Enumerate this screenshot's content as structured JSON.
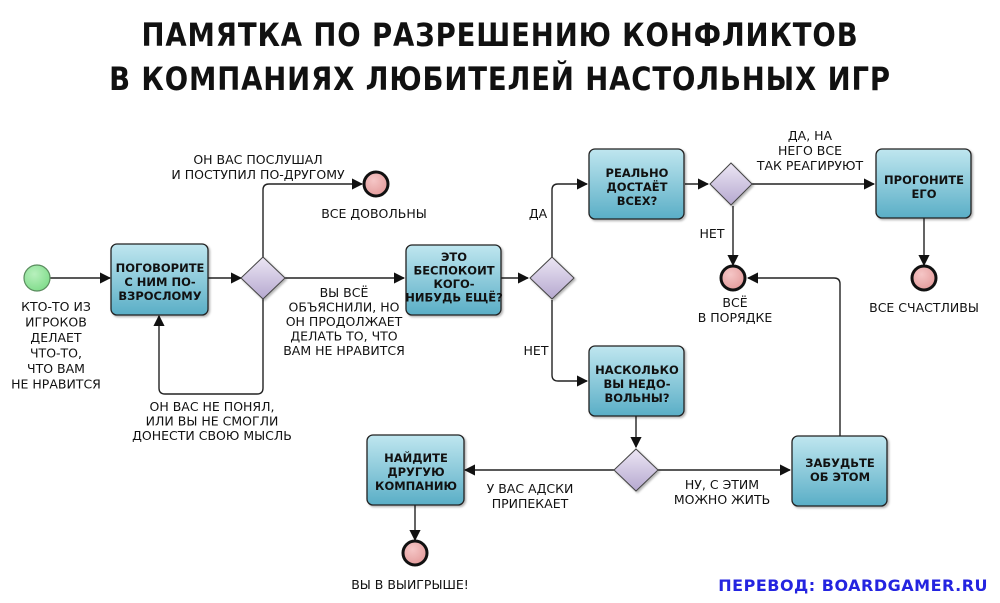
{
  "title": {
    "line1": "ПАМЯТКА ПО РАЗРЕШЕНИЮ КОНФЛИКТОВ",
    "line2": "В КОМПАНИЯХ ЛЮБИТЕЛЕЙ НАСТОЛЬНЫХ ИГР"
  },
  "colors": {
    "box_top": "#bfe6ef",
    "box_bottom": "#5aaec6",
    "diamond_top": "#ece6f4",
    "diamond_bottom": "#b5a8cf",
    "start_fill": "#7fdc8a",
    "end_fill": "#e39a9a",
    "credit": "#2424e0"
  },
  "nodes": {
    "start": {
      "type": "start-circle",
      "label": [
        "КТО-ТО ИЗ",
        "ИГРОКОВ",
        "ДЕЛАЕТ",
        "ЧТО-ТО,",
        "ЧТО ВАМ",
        "НЕ НРАВИТСЯ"
      ]
    },
    "talk": {
      "type": "task",
      "label": [
        "ПОГОВОРИТЕ",
        "С НИМ ПО-",
        "ВЗРОСЛОМУ"
      ]
    },
    "decision1": {
      "type": "gateway"
    },
    "end_all_happy_1": {
      "type": "end-circle",
      "label": [
        "ВСЕ ДОВОЛЬНЫ"
      ]
    },
    "bothers_others": {
      "type": "task",
      "label": [
        "ЭТО",
        "БЕСПОКОИТ",
        "КОГО-",
        "НИБУДЬ ЕЩЁ?"
      ]
    },
    "decision2": {
      "type": "gateway"
    },
    "annoys_everyone": {
      "type": "task",
      "label": [
        "РЕАЛЬНО",
        "ДОСТАЁТ",
        "ВСЕХ?"
      ]
    },
    "decision3": {
      "type": "gateway"
    },
    "kick_out": {
      "type": "task",
      "label": [
        "ПРОГОНИТЕ",
        "ЕГО"
      ]
    },
    "end_all_happy_2": {
      "type": "end-circle",
      "label": [
        "ВСЕ СЧАСТЛИВЫ"
      ]
    },
    "end_all_ok": {
      "type": "end-circle",
      "label": [
        "ВСЁ",
        "В ПОРЯДКЕ"
      ]
    },
    "how_unhappy": {
      "type": "task",
      "label": [
        "НАСКОЛЬКО",
        "ВЫ НЕДО-",
        "ВОЛЬНЫ?"
      ]
    },
    "decision4": {
      "type": "gateway"
    },
    "find_other": {
      "type": "task",
      "label": [
        "НАЙДИТЕ",
        "ДРУГУЮ",
        "КОМПАНИЮ"
      ]
    },
    "end_you_win": {
      "type": "end-circle",
      "label": [
        "ВЫ В ВЫИГРЫШЕ!"
      ]
    },
    "forget_it": {
      "type": "task",
      "label": [
        "ЗАБУДЬТЕ",
        "ОБ ЭТОМ"
      ]
    }
  },
  "edges": {
    "listened": [
      "ОН ВАС ПОСЛУШАЛ",
      "И ПОСТУПИЛ ПО-ДРУГОМУ"
    ],
    "explained": [
      "ВЫ ВСЁ",
      "ОБЪЯСНИЛИ, НО",
      "ОН ПРОДОЛЖАЕТ",
      "ДЕЛАТЬ ТО, ЧТО",
      "ВАМ НЕ НРАВИТСЯ"
    ],
    "not_understood": [
      "ОН ВАС НЕ ПОНЯЛ,",
      "ИЛИ ВЫ НЕ СМОГЛИ",
      "ДОНЕСТИ СВОЮ МЫСЛЬ"
    ],
    "yes": [
      "ДА"
    ],
    "no": [
      "НЕТ"
    ],
    "yes_everyone": [
      "ДА, НА",
      "НЕГО ВСЕ",
      "ТАК РЕАГИРУЮТ"
    ],
    "no2": [
      "НЕТ"
    ],
    "burns": [
      "У ВАС АДСКИ",
      "ПРИПЕКАЕТ"
    ],
    "can_live": [
      "НУ, С ЭТИМ",
      "МОЖНО ЖИТЬ"
    ]
  },
  "credit": "ПЕРЕВОД: BOARDGAMER.RU"
}
